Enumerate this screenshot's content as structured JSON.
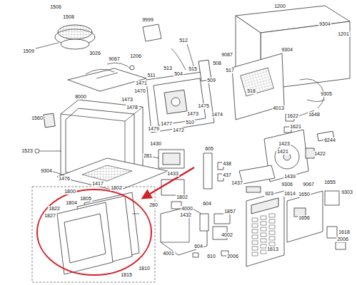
{
  "diagram": {
    "labels": [
      "1506",
      "1508",
      "1509",
      "9999",
      "3026",
      "9067",
      "1206",
      "8000",
      "512",
      "9087",
      "508",
      "517",
      "1200",
      "9304",
      "1201",
      "9304",
      "513",
      "504",
      "515",
      "511",
      "509",
      "1471",
      "1470",
      "1473",
      "1478",
      "1474",
      "1475",
      "1473",
      "1479",
      "1477",
      "1472",
      "510",
      "518",
      "4013",
      "9305",
      "1648",
      "1622",
      "1621",
      "1560",
      "1523",
      "281",
      "1430",
      "605",
      "1423",
      "1421",
      "1422",
      "6244",
      "9304",
      "1476",
      "1417",
      "1802",
      "1433",
      "438",
      "437",
      "1439",
      "1437",
      "9306",
      "9067",
      "1655",
      "9303",
      "923",
      "1614",
      "1650",
      "1802",
      "604",
      "280",
      "4000",
      "1432",
      "1857",
      "1656",
      "1618",
      "2006",
      "4002",
      "4001",
      "604",
      "610",
      "2006",
      "1613",
      "1800",
      "1805",
      "1804",
      "1822",
      "1827",
      "1815",
      "1810"
    ]
  }
}
